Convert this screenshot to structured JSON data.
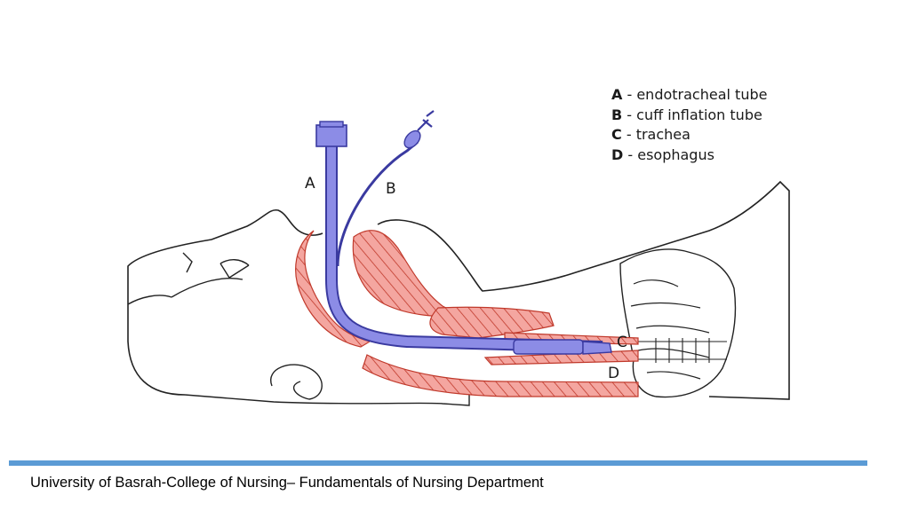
{
  "diagram": {
    "legend": [
      {
        "key": "A",
        "text": " - endotracheal tube"
      },
      {
        "key": "B",
        "text": " - cuff inflation tube"
      },
      {
        "key": "C",
        "text": " - trachea"
      },
      {
        "key": "D",
        "text": " - esophagus"
      }
    ],
    "labels": {
      "a": "A",
      "b": "B",
      "c": "C",
      "d": "D"
    },
    "colors": {
      "tube": "#8c8ce6",
      "tube_stroke": "#3a3aa0",
      "tissue": "#f0a09a",
      "tissue_stroke": "#c0392b",
      "line": "#222222"
    }
  },
  "footer": {
    "text": "University of Basrah-College of Nursing– Fundamentals of Nursing Department",
    "bar_color": "#5b9bd5"
  }
}
